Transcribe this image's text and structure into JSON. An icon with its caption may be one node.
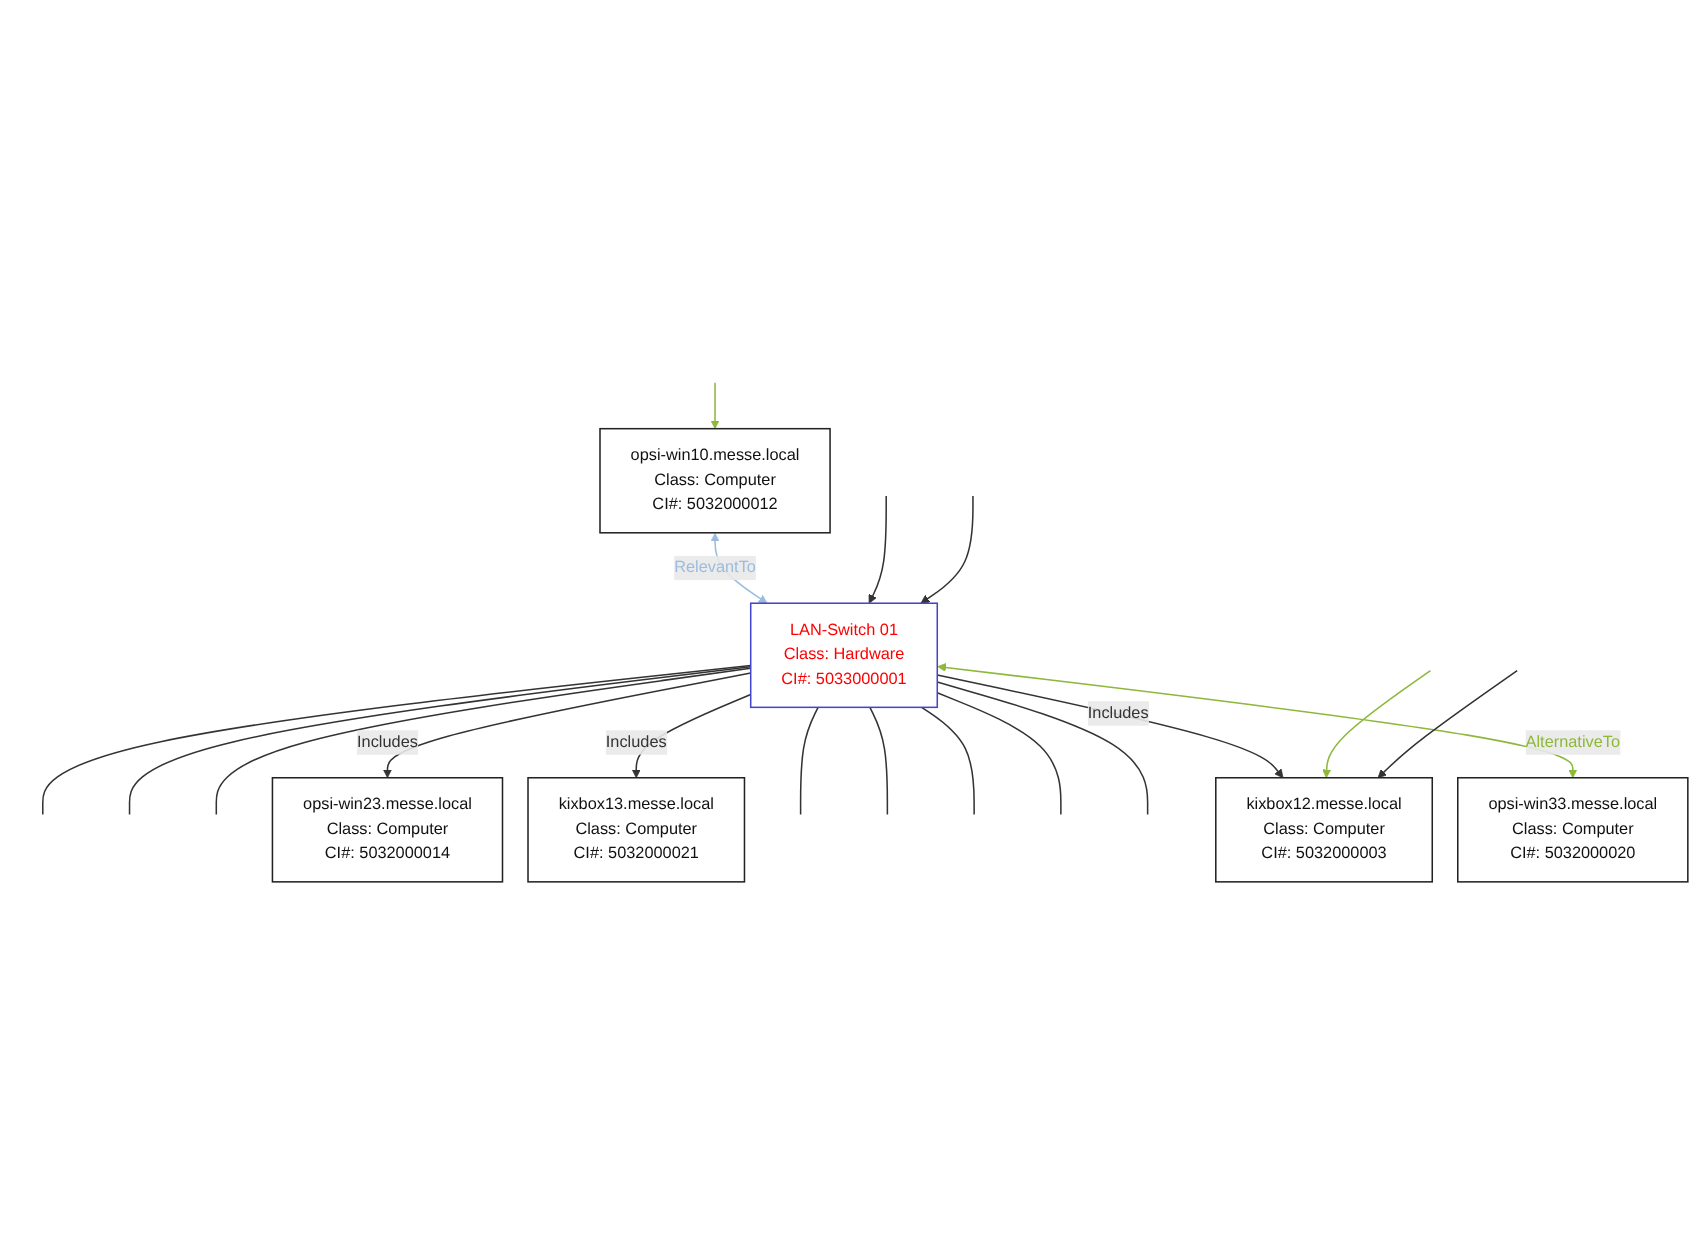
{
  "diagram": {
    "nodes": [
      {
        "text": [
          "opsi-win10.messe.local",
          "Class: Computer",
          "CI#: 5032000012"
        ]
      },
      {
        "text": [
          "opsi-win33.messe.local",
          "Class: Computer",
          "CI#: 5032000020"
        ]
      },
      {
        "text": [
          "LAN-Switch 01",
          "Class: Hardware",
          "CI#: 5033000001"
        ]
      },
      {
        "text": [
          "kixbox12.messe.local",
          "Class: Computer",
          "CI#: 5032000003"
        ]
      },
      {
        "text": [
          "kixbox13.messe.local",
          "Class: Computer",
          "CI#: 5032000021"
        ]
      },
      {
        "text": [
          "opsi-win23.messe.local",
          "Class: Computer",
          "CI#: 5032000014"
        ]
      }
    ],
    "edges": [
      {
        "from": null,
        "to": 0,
        "arrow": "to",
        "color": "#8db83a"
      },
      {
        "from": 0,
        "to": 2,
        "arrow": "both",
        "label": "RelevantTo",
        "color": "#9bbcdc"
      },
      {
        "from": 2,
        "to": 1,
        "arrow": "both",
        "label": "AlternativeTo",
        "color": "#8db83a"
      },
      {
        "from": null,
        "to": 2,
        "arrow": "to"
      },
      {
        "from": 2,
        "to": null,
        "arrow": "none"
      },
      {
        "from": 2,
        "to": null,
        "arrow": "none"
      },
      {
        "from": 2,
        "to": null,
        "arrow": "none"
      },
      {
        "from": 2,
        "to": null,
        "arrow": "none"
      },
      {
        "from": 2,
        "to": 3,
        "arrow": "to",
        "label": "Includes"
      },
      {
        "from": 2,
        "to": null,
        "arrow": "none"
      },
      {
        "from": null,
        "to": 2,
        "arrow": "to"
      },
      {
        "from": 2,
        "to": 4,
        "arrow": "to",
        "label": "Includes"
      },
      {
        "from": 2,
        "to": 5,
        "arrow": "to",
        "label": "Includes"
      },
      {
        "from": 2,
        "to": null,
        "arrow": "none"
      },
      {
        "from": 2,
        "to": null,
        "arrow": "none"
      },
      {
        "from": 2,
        "to": null,
        "arrow": "none"
      },
      {
        "from": null,
        "to": 3,
        "arrow": "to",
        "color": "#8db83a"
      },
      {
        "from": null,
        "to": 3,
        "arrow": "to"
      }
    ]
  }
}
